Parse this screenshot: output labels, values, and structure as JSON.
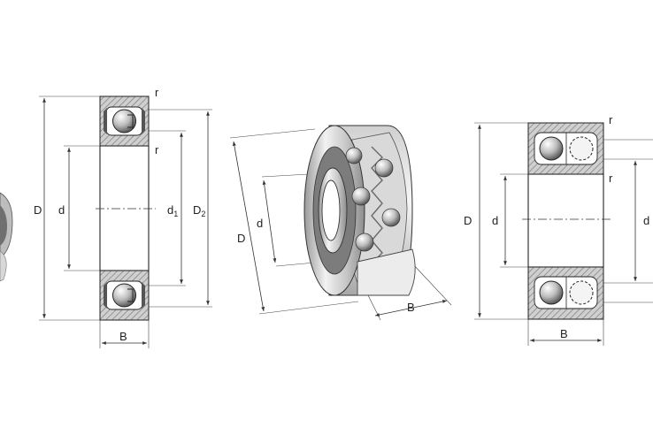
{
  "figure1": {
    "D": "D",
    "d": "d",
    "d1_main": "d",
    "d1_sub": "1",
    "D2_main": "D",
    "D2_sub": "2",
    "B": "B",
    "r_top": "r",
    "r_inner": "r"
  },
  "figure2": {
    "D": "D",
    "d": "d",
    "B": "B"
  },
  "figure3": {
    "D": "D",
    "d": "d",
    "d_right": "d",
    "B": "B",
    "r_top": "r",
    "r_inner": "r"
  },
  "colors": {
    "line": "#222222",
    "hatch": "#8a8a8a",
    "metal_light": "#e6e6e6",
    "metal_dark": "#7a7a7a"
  }
}
